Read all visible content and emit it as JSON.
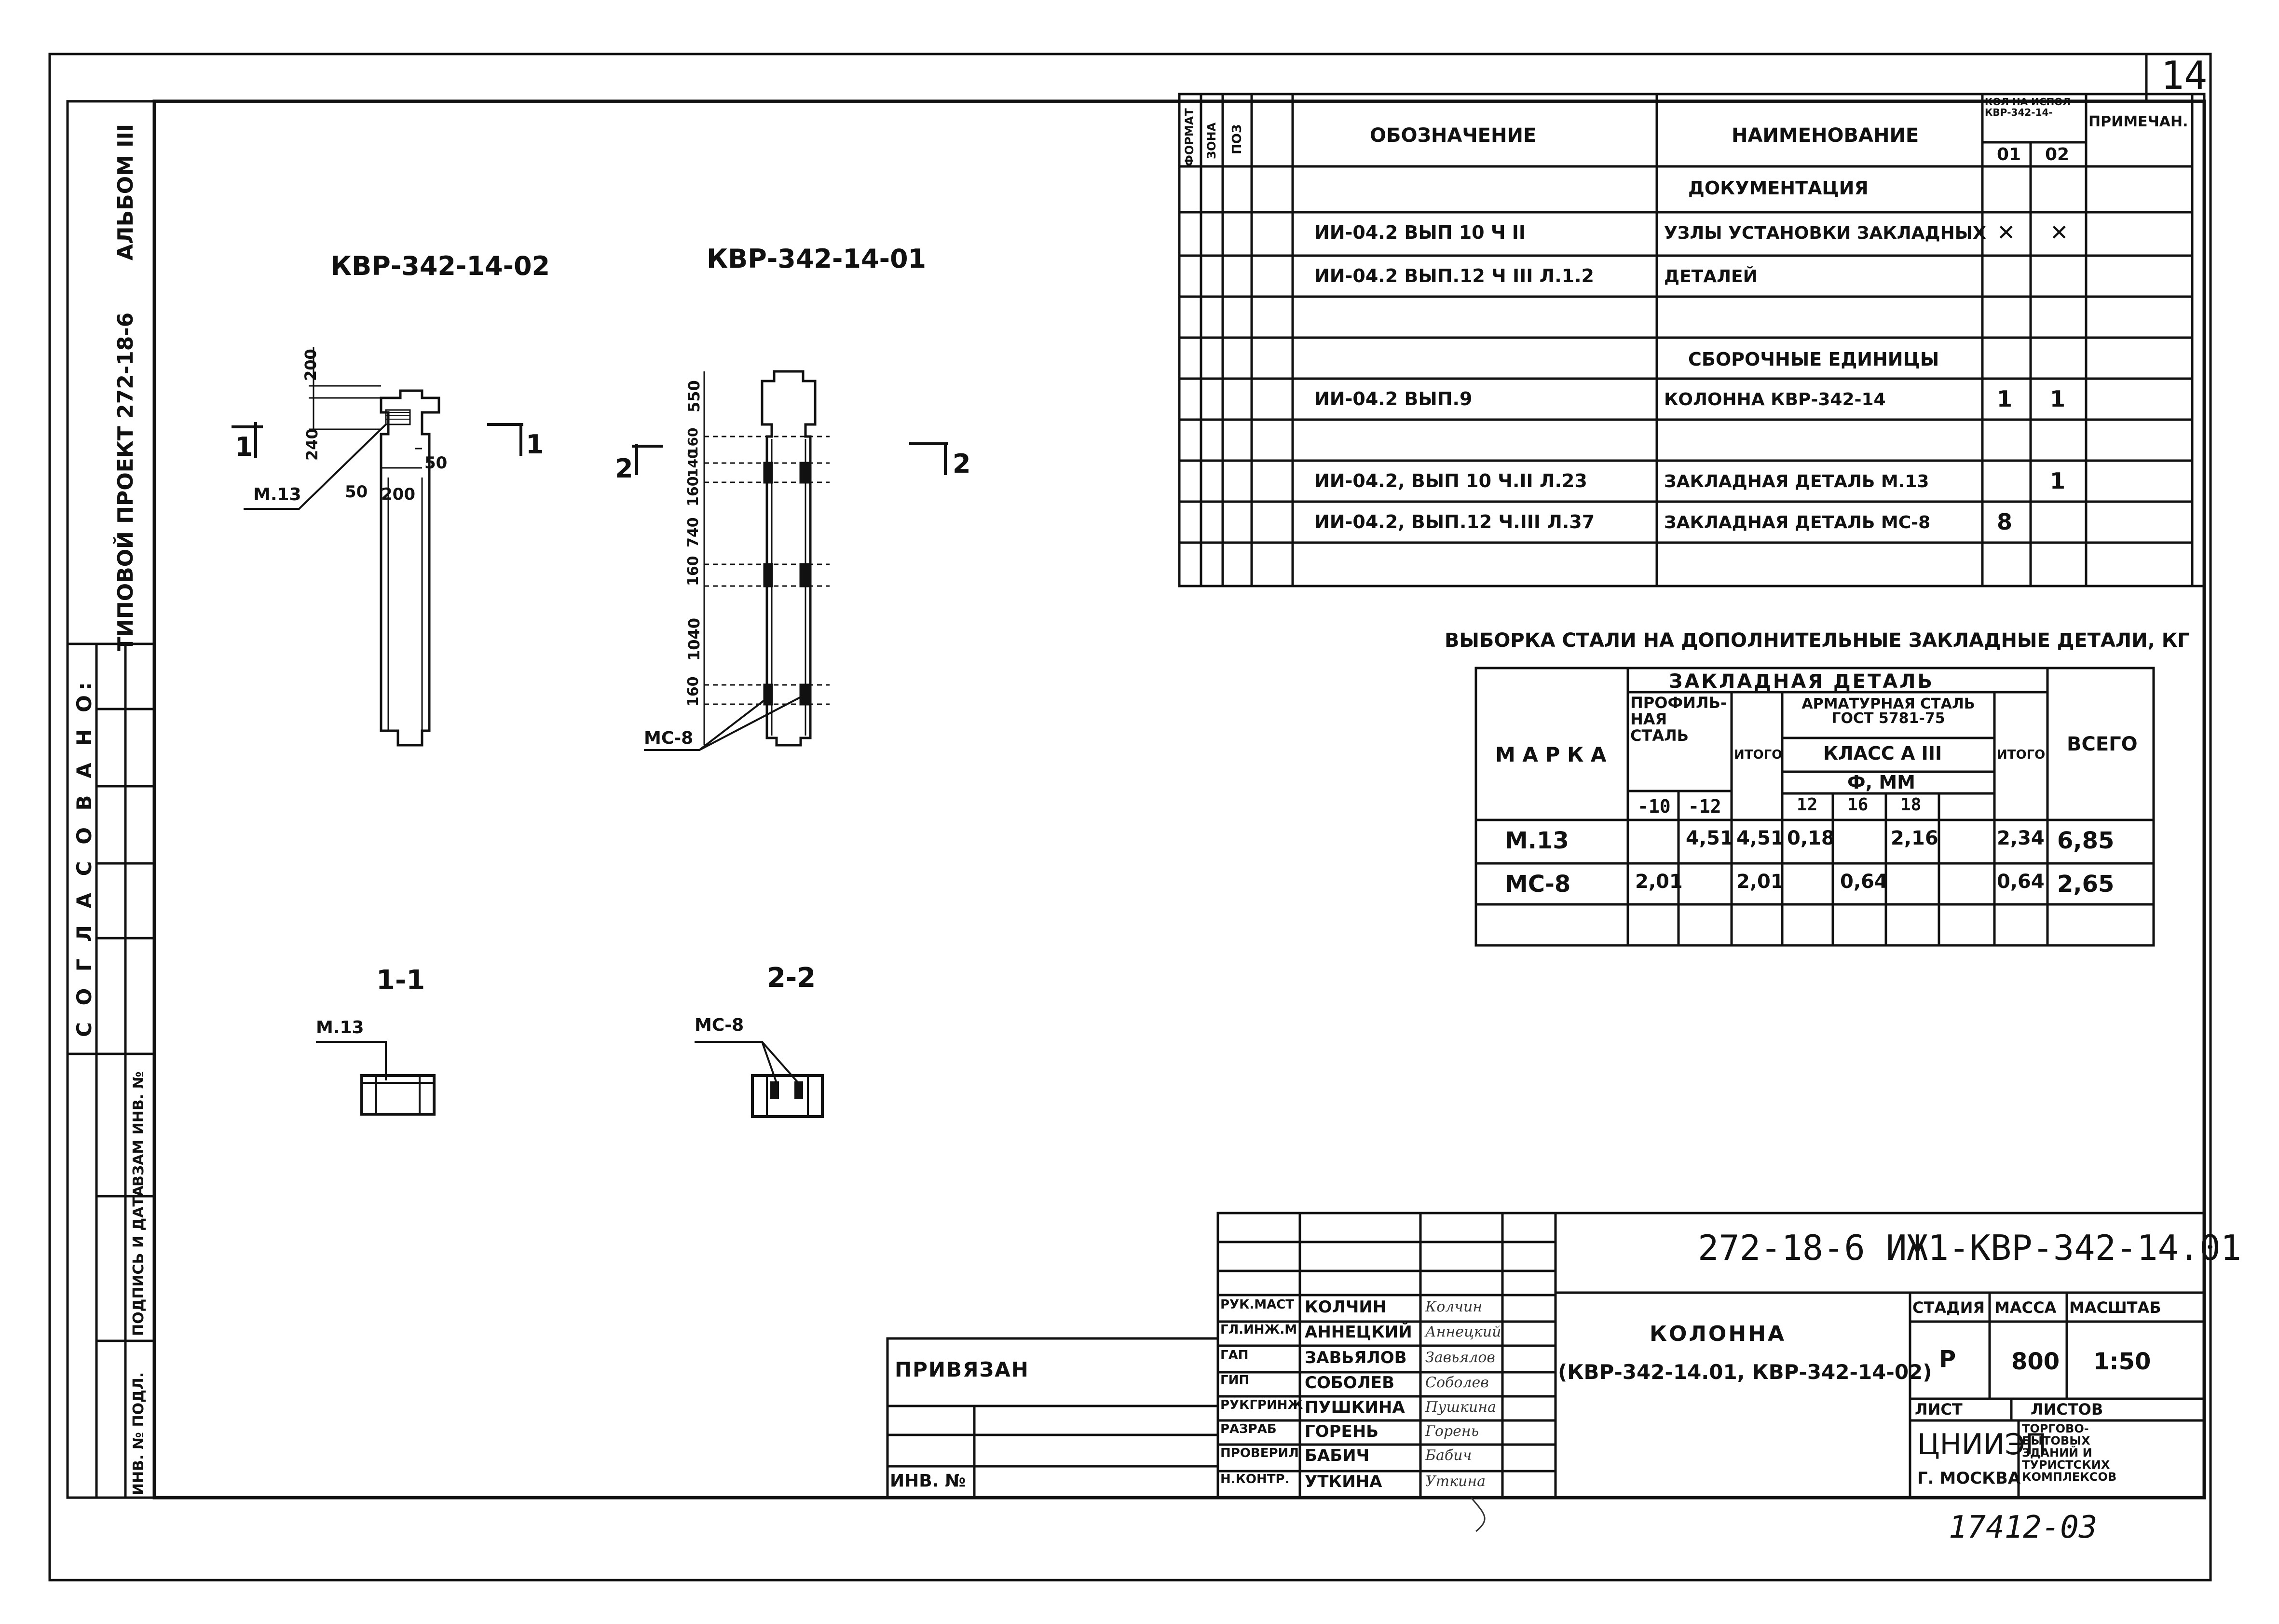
{
  "sheet_number": "14",
  "inventory_stamp": "17412-03",
  "left_strip": {
    "album": "АЛЬБОМ III",
    "project": "ТИПОВОЙ ПРОЕКТ 272-18-6",
    "agreed": "С О Г Л А С О В А Н О:",
    "substitute_inv": "ВЗАМ ИНВ. №",
    "signature_date": "ПОДПИСЬ И ДАТА",
    "inv_original": "ИНВ. № ПОДЛ."
  },
  "drawing": {
    "view1_title": "КВР-342-14-02",
    "view2_title": "КВР-342-14-01",
    "section1_title": "1-1",
    "section2_title": "2-2",
    "cut1_left": "1",
    "cut1_right": "1",
    "cut2_left": "2",
    "cut2_right": "2",
    "label_m13": "М.13",
    "label_ms8": "МС-8",
    "label_m13_section": "М.13",
    "label_ms8_section": "МС-8",
    "dim_200_top": "200",
    "dim_240": "240",
    "dim_50_right": "50",
    "dim_50_left": "50",
    "dim_200_bottom": "200",
    "dim_550": "550",
    "dim_160_a": "160",
    "dim_140": "140",
    "dim_160_b": "160",
    "dim_740": "740",
    "dim_160_c": "160",
    "dim_1040": "1040",
    "dim_160_d": "160"
  },
  "spec_table": {
    "headers": {
      "format": "ФОРМАТ",
      "zone": "ЗОНА",
      "pos": "ПОЗ",
      "designation": "ОБОЗНАЧЕНИЕ",
      "name": "НАИМЕНОВАНИЕ",
      "qty": "КОЛ НА ИСПОЛ КВР-342-14-",
      "qty_01": "01",
      "qty_02": "02",
      "note": "ПРИМЕЧАН."
    },
    "rows": [
      {
        "designation": "",
        "name": "ДОКУМЕНТАЦИЯ",
        "q01": "",
        "q02": ""
      },
      {
        "designation": "ИИ-04.2 ВЫП 10 Ч II",
        "name": "УЗЛЫ УСТАНОВКИ ЗАКЛАДНЫХ",
        "q01": "✕",
        "q02": "✕"
      },
      {
        "designation": "ИИ-04.2 ВЫП.12 Ч III Л.1.2",
        "name": "ДЕТАЛЕЙ",
        "q01": "",
        "q02": ""
      },
      {
        "designation": "",
        "name": "",
        "q01": "",
        "q02": ""
      },
      {
        "designation": "",
        "name": "СБОРОЧНЫЕ ЕДИНИЦЫ",
        "q01": "",
        "q02": ""
      },
      {
        "designation": "ИИ-04.2 ВЫП.9",
        "name": "КОЛОННА КВР-342-14",
        "q01": "1",
        "q02": "1"
      },
      {
        "designation": "",
        "name": "",
        "q01": "",
        "q02": ""
      },
      {
        "designation": "ИИ-04.2, ВЫП 10 Ч.II Л.23",
        "name": "ЗАКЛАДНАЯ ДЕТАЛЬ М.13",
        "q01": "",
        "q02": "1"
      },
      {
        "designation": "ИИ-04.2, ВЫП.12 Ч.III Л.37",
        "name": "ЗАКЛАДНАЯ ДЕТАЛЬ МС-8",
        "q01": "8",
        "q02": ""
      },
      {
        "designation": "",
        "name": "",
        "q01": "",
        "q02": ""
      }
    ]
  },
  "steel_table": {
    "title": "ВЫБОРКА СТАЛИ НА ДОПОЛНИТЕЛЬНЫЕ ЗАКЛАДНЫЕ ДЕТАЛИ, КГ",
    "h_mark": "М А Р К А",
    "h_detail": "ЗАКЛАДНАЯ ДЕТАЛЬ",
    "h_profile": "ПРОФИЛЬ-НАЯ СТАЛЬ",
    "h_total1": "ИТОГО",
    "h_rebar": "АРМАТУРНАЯ СТАЛЬ ГОСТ 5781-75",
    "h_class": "КЛАСС А III",
    "h_diam": "Ф, ММ",
    "h_total2": "ИТОГО",
    "h_all": "ВСЕГО",
    "sub": [
      "-10",
      "-12",
      "12",
      "16",
      "18"
    ],
    "rows": [
      {
        "mark": "М.13",
        "p10": "",
        "p12": "4,51",
        "t1": "4,51",
        "d12": "0,18",
        "d16": "",
        "d18": "2,16",
        "t2": "2,34",
        "all": "6,85"
      },
      {
        "mark": "МС-8",
        "p10": "2,01",
        "p12": "",
        "t1": "2,01",
        "d12": "",
        "d16": "0,64",
        "d18": "",
        "t2": "0,64",
        "all": "2,65"
      },
      {
        "mark": "",
        "p10": "",
        "p12": "",
        "t1": "",
        "d12": "",
        "d16": "",
        "d18": "",
        "t2": "",
        "all": ""
      }
    ]
  },
  "title_block": {
    "doc_code": "272-18-6 ИЖ1-КВР-342-14.01",
    "title_line1": "КОЛОННА",
    "title_line2": "(КВР-342-14.01, КВР-342-14-02)",
    "stage_h": "СТАДИЯ",
    "mass_h": "МАССА",
    "scale_h": "МАСШТАБ",
    "stage": "Р",
    "mass": "800",
    "scale": "1:50",
    "sheet_h": "ЛИСТ",
    "sheets_h": "ЛИСТОВ",
    "org": "ЦНИИЭП",
    "city": "Г. МОСКВА",
    "org_desc": "ТОРГОВО-БЫТОВЫХ ЗДАНИЙ И ТУРИСТСКИХ КОМПЛЕКСОВ",
    "bound": "ПРИВЯЗАН",
    "inv_no": "ИНВ. №",
    "staff": [
      {
        "role": "РУК.МАСТ",
        "name": "КОЛЧИН",
        "sig": "Колчин"
      },
      {
        "role": "ГЛ.ИНЖ.М",
        "name": "АННЕЦКИЙ",
        "sig": "Аннецкий"
      },
      {
        "role": "ГАП",
        "name": "ЗАВЬЯЛОВ",
        "sig": "Завьялов"
      },
      {
        "role": "ГИП",
        "name": "СОБОЛЕВ",
        "sig": "Соболев"
      },
      {
        "role": "РУКГРИНЖ",
        "name": "ПУШКИНА",
        "sig": "Пушкина"
      },
      {
        "role": "РАЗРАБ",
        "name": "ГОРЕНЬ",
        "sig": "Горень"
      },
      {
        "role": "ПРОВЕРИЛ",
        "name": "БАБИЧ",
        "sig": "Бабич"
      },
      {
        "role": "Н.КОНТР.",
        "name": "УТКИНА",
        "sig": "Уткина"
      }
    ]
  }
}
